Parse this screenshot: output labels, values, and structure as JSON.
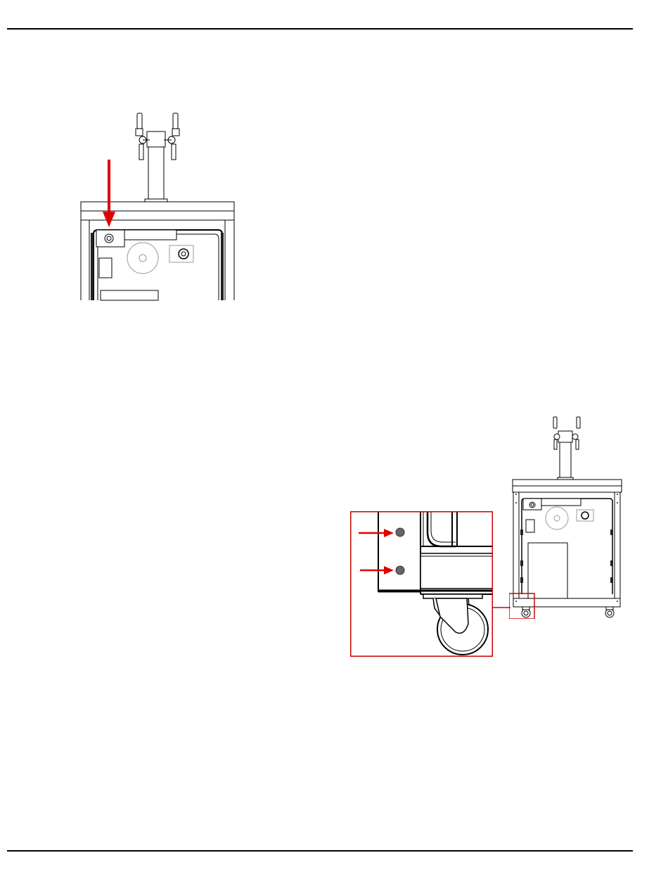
{
  "page": {
    "rule_color": "#000000",
    "arrow_color": "#e00000",
    "callout_color": "#cc0000"
  },
  "figures": [
    {
      "id": "figure-top-left",
      "description_icon": "kegerator-top-closeup"
    },
    {
      "id": "figure-full-unit",
      "description_icon": "kegerator-full-view"
    },
    {
      "id": "figure-caster-detail",
      "description_icon": "caster-bolts-closeup"
    }
  ]
}
